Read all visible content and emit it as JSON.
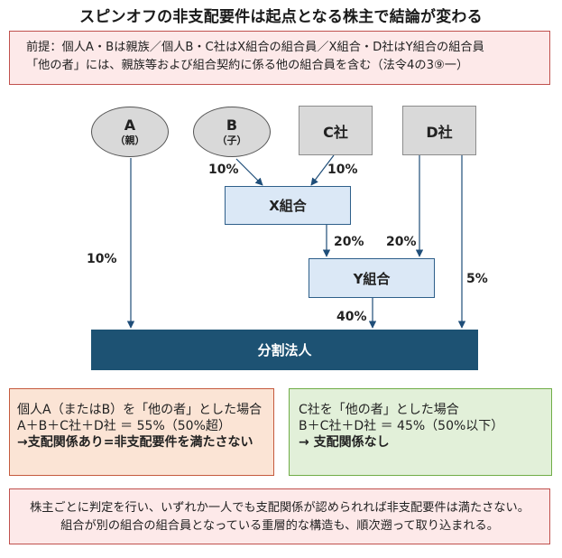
{
  "title": "スピンオフの非支配要件は起点となる株主で結論が変わる",
  "premise": {
    "line1": "前提：個人A・Bは親族／個人B・C社はX組合の組合員／X組合・D社はY組合の組合員",
    "line2": "「他の者」には、親族等および組合契約に係る他の組合員を含む（法令4の3⑨一）"
  },
  "nodes": {
    "a": {
      "label": "A",
      "sub": "（親）"
    },
    "b": {
      "label": "B",
      "sub": "（子）"
    },
    "c": {
      "label": "C社"
    },
    "d": {
      "label": "D社"
    },
    "x": {
      "label": "X組合"
    },
    "y": {
      "label": "Y組合"
    },
    "corp": {
      "label": "分割法人"
    }
  },
  "percentages": {
    "b_to_x": "10%",
    "c_to_x": "10%",
    "a_to_corp": "10%",
    "x_to_y": "20%",
    "d_to_y": "20%",
    "d_to_corp": "5%",
    "y_to_corp": "40%"
  },
  "case_a": {
    "line1": "個人A（またはB）を「他の者」とした場合",
    "line2": "A＋B＋C社＋D社 ＝ 55%（50%超）",
    "line3": "→支配関係あり=非支配要件を満たさない"
  },
  "case_c": {
    "line1": "C社を「他の者」とした場合",
    "line2": "B＋C社＋D社 ＝ 45%（50%以下）",
    "line3": "→ 支配関係なし"
  },
  "footer": {
    "line1": "株主ごとに判定を行い、いずれか一人でも支配関係が認められれば非支配要件は満たさない。",
    "line2": "組合が別の組合の組合員となっている重層的な構造も、順次遡って取り込まれる。"
  },
  "colors": {
    "arrow": "#1f4e79",
    "corp_fill": "#1d5273",
    "premise_border": "#c0504d",
    "case_a_fill": "#fbe4d5",
    "case_c_fill": "#e2f0d9"
  }
}
